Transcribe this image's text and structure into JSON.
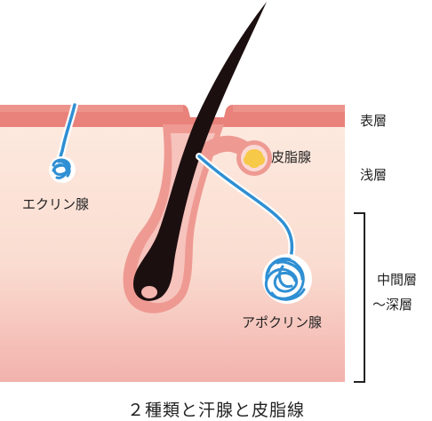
{
  "layers": {
    "epidermis": "表層",
    "shallow": "浅層",
    "middle": "中間層",
    "deep": "～深層"
  },
  "glands": {
    "sebaceous": "皮脂腺",
    "eccrine": "エクリン腺",
    "apocrine": "アポクリン腺"
  },
  "caption": "２種類と汗腺と皮脂線",
  "colors": {
    "epidermis": "#e8827a",
    "dermis_light": "#fbe3d8",
    "dermis_deep": "#f3b5ae",
    "follicle": "#ee9a92",
    "hair": "#1c0f10",
    "duct": "#2f8fd3",
    "sebum": "#f7c948"
  }
}
